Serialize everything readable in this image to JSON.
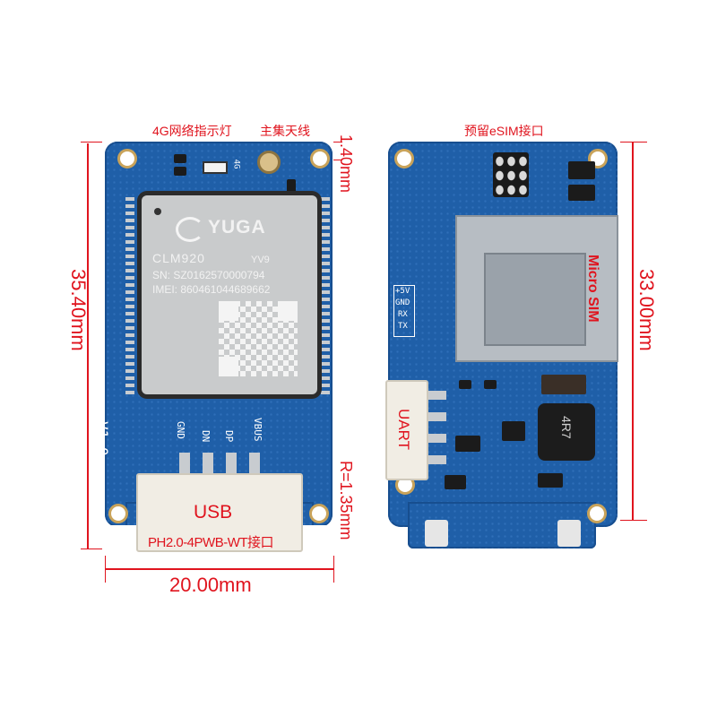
{
  "left": {
    "top_label_led": "4G网络指示灯",
    "top_label_antenna": "主集天线",
    "dim_height": "35.40mm",
    "dim_width": "20.00mm",
    "dim_hole_top": "1.40mm",
    "dim_radius": "R=1.35mm",
    "module": {
      "brand": "YUGA",
      "model": "CLM920",
      "variant": "YV9",
      "sn": "SN: SZ0162570000794",
      "imei": "IMEI: 860461044689662"
    },
    "silk_version": "V1.0",
    "silk_pins": [
      "GND",
      "DN",
      "DP",
      "VBUS"
    ],
    "silk_4g": "4G",
    "usb_label": "USB",
    "connector_label": "PH2.0-4PWB-WT接口"
  },
  "right": {
    "top_label": "预留eSIM接口",
    "dim_height": "33.00mm",
    "sim_label": "Micro SIM",
    "uart_label": "UART",
    "silk_pins": [
      "+5V",
      "GND",
      "RX",
      "TX"
    ],
    "inductor_label": "4R7"
  },
  "colors": {
    "pcb": "#1f5fa8",
    "dimension": "#e0141e",
    "module": "#c9cbcc"
  }
}
